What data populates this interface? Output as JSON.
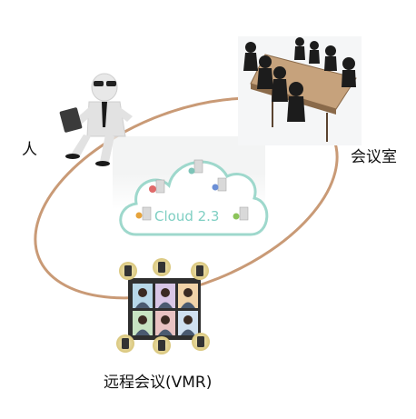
{
  "diagram": {
    "labels": {
      "person": "人",
      "meeting_room": "会议室",
      "vmr": "远程会议(VMR)"
    },
    "cloud": {
      "title": "Cloud 2.3"
    }
  },
  "colors": {
    "ring": "#c99a76",
    "cloud_outline": "#9ed8cc",
    "cloud_text": "#7fcfc3",
    "screen_frame": "#2f2f2f",
    "icon_disc": "#e8d89a"
  },
  "icons": [
    "businessman-figure",
    "conference-table-figures",
    "cloud-server-icons",
    "video-wall-screen",
    "device-icons"
  ]
}
